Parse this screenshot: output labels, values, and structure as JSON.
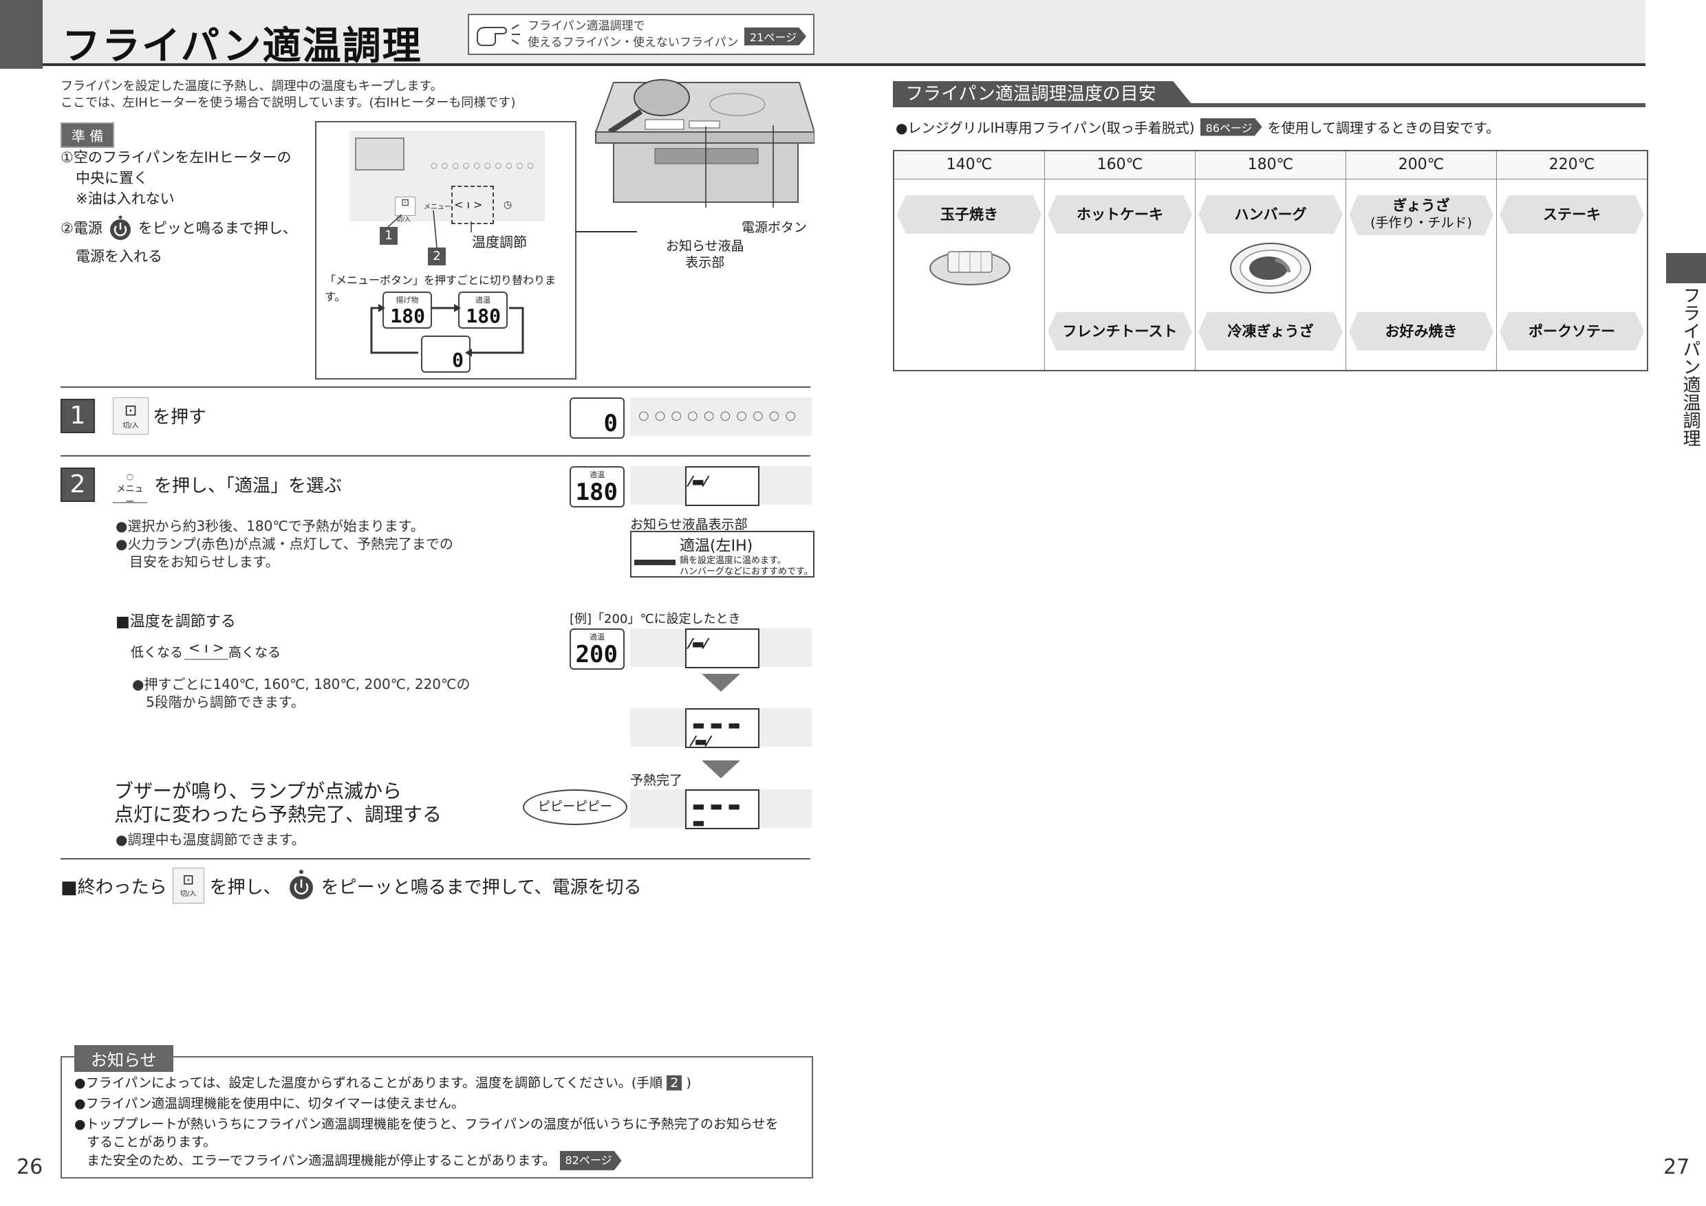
{
  "header": {
    "title": "フライパン適温調理",
    "ref_line1": "フライパン適温調理で",
    "ref_line2": "使えるフライパン・使えないフライパン",
    "ref_page": "21ページ"
  },
  "intro": {
    "line1": "フライパンを設定した温度に予熱し、調理中の温度もキープします。",
    "line2": "ここでは、左IHヒーターを使う場合で説明しています。(右IHヒーターも同様です)"
  },
  "prep": {
    "label": "準 備",
    "item1_a": "①空のフライパンを左IHヒーターの",
    "item1_b": "中央に置く",
    "item1_c": "※油は入れない",
    "item2_a": "②電源",
    "item2_b": "をピッと鳴るまで押し、",
    "item2_c": "電源を入れる"
  },
  "diagram": {
    "onoff": "切/入",
    "menu": "メニュー",
    "callout1": "1",
    "callout2": "2",
    "temp_adjust": "温度調節",
    "menu_note": "「メニューボタン」を押すごとに切り替わります。",
    "lcd1_label": "揚げ物",
    "lcd1_value": "180",
    "lcd2_label": "適温",
    "lcd2_value": "180",
    "lcd3_value": "0"
  },
  "stove": {
    "power_label": "電源ボタン",
    "lcd_label_a": "お知らせ液晶",
    "lcd_label_b": "表示部"
  },
  "step1": {
    "num": "1",
    "onoff": "切/入",
    "text": "を押す",
    "lcd_value": "0"
  },
  "step2": {
    "num": "2",
    "menu": "メニュー",
    "text": "を押し、「適温」を選ぶ",
    "lcd_label": "適温",
    "lcd_value": "180",
    "note1": "●選択から約3秒後、180℃で予熱が始まります。",
    "note2a": "●火力ランプ(赤色)が点滅・点灯して、予熱完了までの",
    "note2b": "目安をお知らせします。",
    "info_label": "お知らせ液晶表示部",
    "info_title": "適温(左IH)",
    "info_line1": "鍋を設定温度に温めます。",
    "info_line2": "ハンバーグなどにおすすめです。"
  },
  "adjust": {
    "heading": "■温度を調節する",
    "lower": "低くなる",
    "higher": "高くなる",
    "note_a": "●押すごとに140℃, 160℃, 180℃, 200℃, 220℃の",
    "note_b": "5段階から調節できます。",
    "example": "[例]「200」℃に設定したとき",
    "lcd_label": "適温",
    "lcd_value": "200",
    "preheat_done": "予熱完了",
    "beep": "ピピーピピー"
  },
  "buzzer": {
    "line1": "ブザーが鳴り、ランプが点滅から",
    "line2": "点灯に変わったら予熱完了、調理する",
    "note": "●調理中も温度調節できます。"
  },
  "finish": {
    "a": "■終わったら",
    "onoff": "切/入",
    "b": "を押し、",
    "c": "をピーッと鳴るまで押して、電源を切る"
  },
  "guide": {
    "title": "フライパン適温調理温度の目安",
    "note_a": "●レンジグリルIH専用フライパン(取っ手着脱式)",
    "note_page": "86ページ",
    "note_b": "を使用して調理するときの目安です。",
    "headers": [
      "140℃",
      "160℃",
      "180℃",
      "200℃",
      "220℃"
    ],
    "row1": [
      "玉子焼き",
      "ホットケーキ",
      "ハンバーグ",
      "ぎょうざ",
      "ステーキ"
    ],
    "row1_sub": "(手作り・チルド)",
    "row2": [
      "フレンチトースト",
      "冷凍ぎょうざ",
      "お好み焼き",
      "ポークソテー"
    ]
  },
  "side_tab": "フライパン適温調理",
  "notice": {
    "label": "お知らせ",
    "l1a": "●フライパンによっては、設定した温度からずれることがあります。温度を調節してください。(手順",
    "l1num": "2",
    "l1b": ")",
    "l2": "●フライパン適温調理機能を使用中に、切タイマーは使えません。",
    "l3a": "●トッププレートが熱いうちにフライパン適温調理機能を使うと、フライパンの温度が低いうちに予熱完了のお知らせを",
    "l3b": "することがあります。",
    "l4": "また安全のため、エラーでフライパン適温調理機能が停止することがあります。",
    "l4page": "82ページ"
  },
  "pages": {
    "left": "26",
    "right": "27"
  }
}
